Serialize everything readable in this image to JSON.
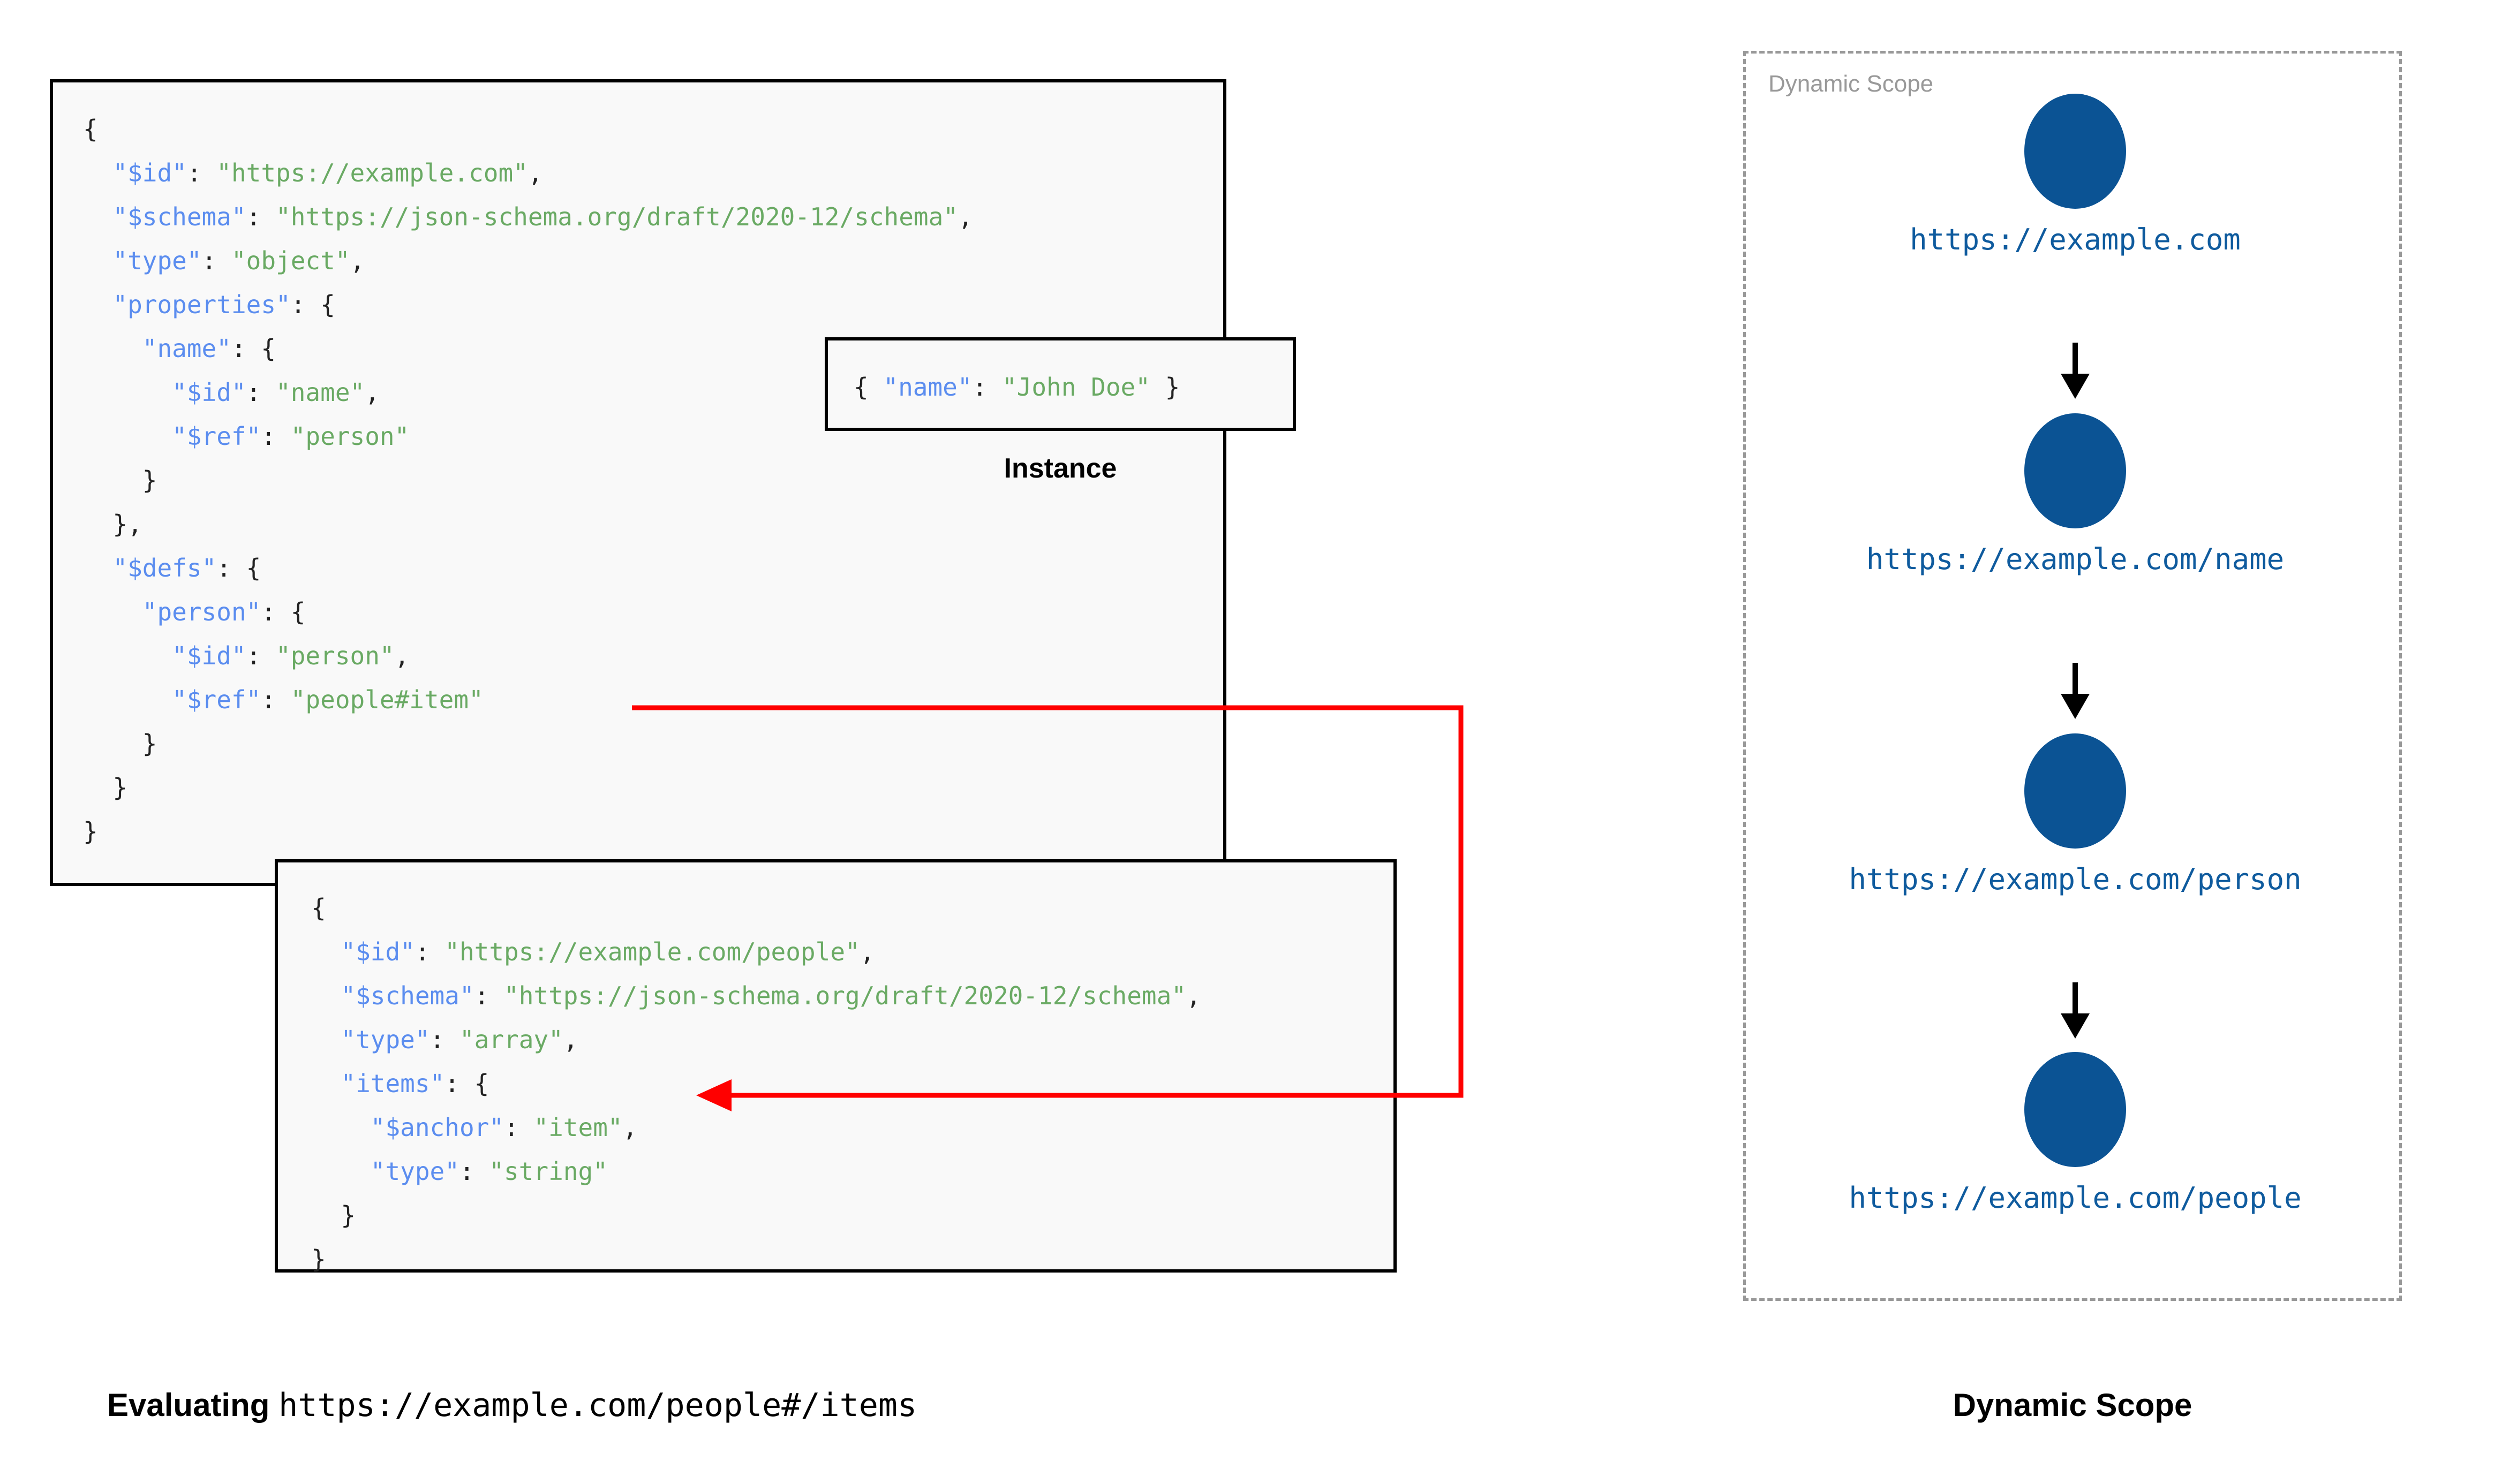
{
  "schema_box": {
    "name": "root-schema",
    "lines": [
      [
        {
          "t": "{",
          "c": "p"
        }
      ],
      [
        {
          "t": "  ",
          "c": "p"
        },
        {
          "t": "\"$id\"",
          "c": "k"
        },
        {
          "t": ": ",
          "c": "p"
        },
        {
          "t": "\"https://example.com\"",
          "c": "s"
        },
        {
          "t": ",",
          "c": "p"
        }
      ],
      [
        {
          "t": "  ",
          "c": "p"
        },
        {
          "t": "\"$schema\"",
          "c": "k"
        },
        {
          "t": ": ",
          "c": "p"
        },
        {
          "t": "\"https://json-schema.org/draft/2020-12/schema\"",
          "c": "s"
        },
        {
          "t": ",",
          "c": "p"
        }
      ],
      [
        {
          "t": "  ",
          "c": "p"
        },
        {
          "t": "\"type\"",
          "c": "k"
        },
        {
          "t": ": ",
          "c": "p"
        },
        {
          "t": "\"object\"",
          "c": "s"
        },
        {
          "t": ",",
          "c": "p"
        }
      ],
      [
        {
          "t": "  ",
          "c": "p"
        },
        {
          "t": "\"properties\"",
          "c": "k"
        },
        {
          "t": ": {",
          "c": "p"
        }
      ],
      [
        {
          "t": "    ",
          "c": "p"
        },
        {
          "t": "\"name\"",
          "c": "k"
        },
        {
          "t": ": {",
          "c": "p"
        }
      ],
      [
        {
          "t": "      ",
          "c": "p"
        },
        {
          "t": "\"$id\"",
          "c": "k"
        },
        {
          "t": ": ",
          "c": "p"
        },
        {
          "t": "\"name\"",
          "c": "s"
        },
        {
          "t": ",",
          "c": "p"
        }
      ],
      [
        {
          "t": "      ",
          "c": "p"
        },
        {
          "t": "\"$ref\"",
          "c": "k"
        },
        {
          "t": ": ",
          "c": "p"
        },
        {
          "t": "\"person\"",
          "c": "s"
        }
      ],
      [
        {
          "t": "    }",
          "c": "p"
        }
      ],
      [
        {
          "t": "  },",
          "c": "p"
        }
      ],
      [
        {
          "t": "  ",
          "c": "p"
        },
        {
          "t": "\"$defs\"",
          "c": "k"
        },
        {
          "t": ": {",
          "c": "p"
        }
      ],
      [
        {
          "t": "    ",
          "c": "p"
        },
        {
          "t": "\"person\"",
          "c": "k"
        },
        {
          "t": ": {",
          "c": "p"
        }
      ],
      [
        {
          "t": "      ",
          "c": "p"
        },
        {
          "t": "\"$id\"",
          "c": "k"
        },
        {
          "t": ": ",
          "c": "p"
        },
        {
          "t": "\"person\"",
          "c": "s"
        },
        {
          "t": ",",
          "c": "p"
        }
      ],
      [
        {
          "t": "      ",
          "c": "p"
        },
        {
          "t": "\"$ref\"",
          "c": "k"
        },
        {
          "t": ": ",
          "c": "p"
        },
        {
          "t": "\"people#item\"",
          "c": "s"
        }
      ],
      [
        {
          "t": "    }",
          "c": "p"
        }
      ],
      [
        {
          "t": "  }",
          "c": "p"
        }
      ],
      [
        {
          "t": "}",
          "c": "p"
        }
      ]
    ]
  },
  "people_box": {
    "name": "people-schema",
    "lines": [
      [
        {
          "t": "{",
          "c": "p"
        }
      ],
      [
        {
          "t": "  ",
          "c": "p"
        },
        {
          "t": "\"$id\"",
          "c": "k"
        },
        {
          "t": ": ",
          "c": "p"
        },
        {
          "t": "\"https://example.com/people\"",
          "c": "s"
        },
        {
          "t": ",",
          "c": "p"
        }
      ],
      [
        {
          "t": "  ",
          "c": "p"
        },
        {
          "t": "\"$schema\"",
          "c": "k"
        },
        {
          "t": ": ",
          "c": "p"
        },
        {
          "t": "\"https://json-schema.org/draft/2020-12/schema\"",
          "c": "s"
        },
        {
          "t": ",",
          "c": "p"
        }
      ],
      [
        {
          "t": "  ",
          "c": "p"
        },
        {
          "t": "\"type\"",
          "c": "k"
        },
        {
          "t": ": ",
          "c": "p"
        },
        {
          "t": "\"array\"",
          "c": "s"
        },
        {
          "t": ",",
          "c": "p"
        }
      ],
      [
        {
          "t": "  ",
          "c": "p"
        },
        {
          "t": "\"items\"",
          "c": "k"
        },
        {
          "t": ": {",
          "c": "p"
        }
      ],
      [
        {
          "t": "    ",
          "c": "p"
        },
        {
          "t": "\"$anchor\"",
          "c": "k"
        },
        {
          "t": ": ",
          "c": "p"
        },
        {
          "t": "\"item\"",
          "c": "s"
        },
        {
          "t": ",",
          "c": "p"
        }
      ],
      [
        {
          "t": "    ",
          "c": "p"
        },
        {
          "t": "\"type\"",
          "c": "k"
        },
        {
          "t": ": ",
          "c": "p"
        },
        {
          "t": "\"string\"",
          "c": "s"
        }
      ],
      [
        {
          "t": "  }",
          "c": "p"
        }
      ],
      [
        {
          "t": "}",
          "c": "p"
        }
      ]
    ]
  },
  "instance_box": {
    "name": "instance",
    "caption": "Instance",
    "lines": [
      [
        {
          "t": "{ ",
          "c": "p"
        },
        {
          "t": "\"name\"",
          "c": "k"
        },
        {
          "t": ": ",
          "c": "p"
        },
        {
          "t": "\"John Doe\"",
          "c": "s"
        },
        {
          "t": " }",
          "c": "p"
        }
      ]
    ]
  },
  "connector": {
    "name": "ref-to-anchor-arrow",
    "color": "#ff0000",
    "from_label": "\"people#item\"",
    "to_label": "\"$anchor\": \"item\""
  },
  "scope_panel": {
    "label": "Dynamic Scope",
    "caption": "Dynamic Scope",
    "node_color": "#0b5394",
    "label_color": "#0f5b9e",
    "border_color": "#999999",
    "nodes": [
      {
        "label": "https://example.com"
      },
      {
        "label": "https://example.com/name"
      },
      {
        "label": "https://example.com/person"
      },
      {
        "label": "https://example.com/people"
      }
    ]
  },
  "eval_caption": {
    "prefix": "Evaluating",
    "uri": "https://example.com/people#/items"
  }
}
